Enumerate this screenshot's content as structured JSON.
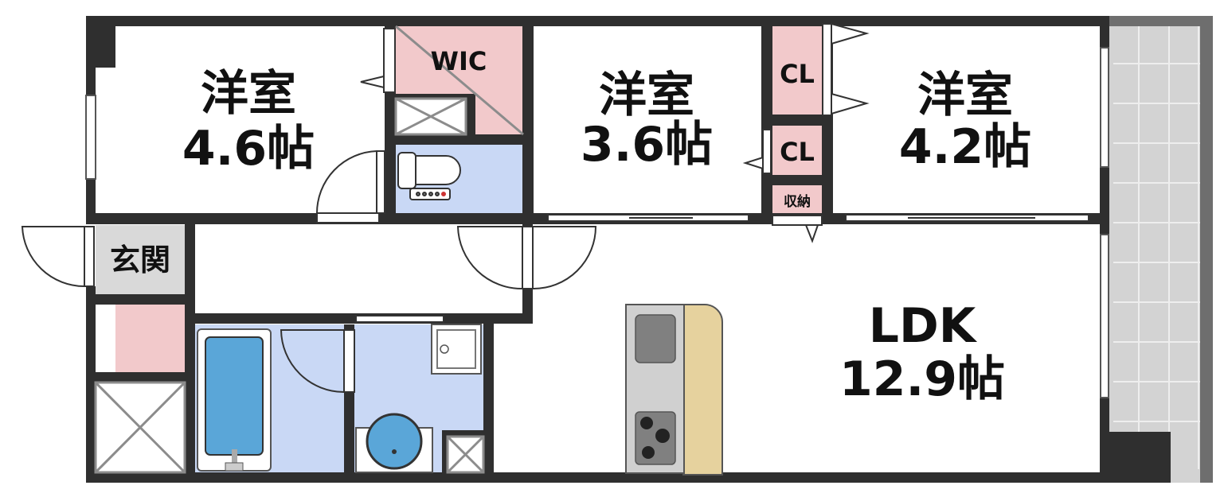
{
  "rooms": {
    "western_1": {
      "name": "洋室",
      "size": "4.6帖"
    },
    "wic": {
      "name": "WIC"
    },
    "western_2": {
      "name": "洋室",
      "size": "3.6帖"
    },
    "closet_1": {
      "name": "CL"
    },
    "closet_2": {
      "name": "CL"
    },
    "storage": {
      "name": "収納"
    },
    "western_3": {
      "name": "洋室",
      "size": "4.2帖"
    },
    "entrance": {
      "name": "玄関"
    },
    "ldk": {
      "name": "LDK",
      "size": "12.9帖"
    }
  },
  "colors": {
    "wall": "#2f2f2f",
    "closet": "#f2c9cb",
    "water_area": "#c9d8f5",
    "entrance_floor": "#d9d9d9",
    "balcony": "#d2d2d2",
    "counter": "#e6d29e",
    "kitchen_unit": "#c9c9c9",
    "bathtub": "#5aa6d8"
  },
  "icons": [
    "door-swing-icon",
    "toilet-icon",
    "bathtub-icon",
    "washbasin-icon",
    "washing-machine-icon",
    "stove-icon",
    "sink-icon",
    "sliding-door-icon"
  ]
}
